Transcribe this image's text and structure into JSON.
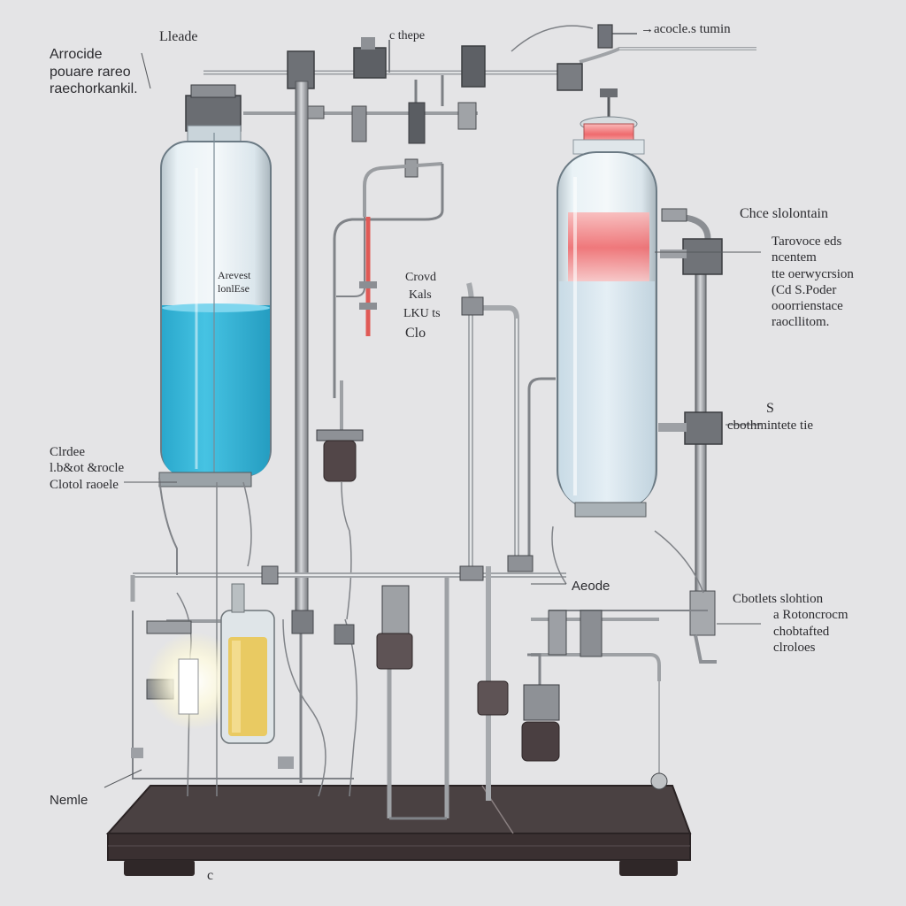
{
  "labels": {
    "top_left": {
      "lines": [
        "Arrocide",
        "pouare rareo",
        "raechorkankil."
      ]
    },
    "top_left_tag": "Lleade",
    "top_center": "c thepe",
    "top_right": "→acocle.s tumin",
    "right_1_title": "Chce slolontain",
    "right_1_body": [
      "Tarovoce eds",
      "ncentem",
      "tte oerwycrsion",
      "(Cd S.Poder",
      "ooorrienstace",
      "raocllitom."
    ],
    "right_2_num": "S",
    "right_2_body": "cbothmintete tie",
    "center_small": [
      "Crovd",
      "Kals",
      "LKU ts",
      "Clo"
    ],
    "tank_inner": [
      "Arevest",
      "lonlEse"
    ],
    "left_mid": [
      "Clrdee",
      "l.b&ot &rocle",
      "Clotol raoele"
    ],
    "anode_right": "Aeode",
    "right_3": [
      "Cbotlets slohtion",
      "a Rotoncrocm",
      "chobtafted",
      "clroloes"
    ],
    "bottom_left": "Nemle",
    "bottom_center": "c"
  },
  "colors": {
    "background": "#e4e4e6",
    "liquid_cyan": "#3cb8d8",
    "liquid_red": "#ef6f72",
    "liquid_yellow": "#e9ca62",
    "metal": "#8e9094",
    "base": "#3e3536"
  }
}
